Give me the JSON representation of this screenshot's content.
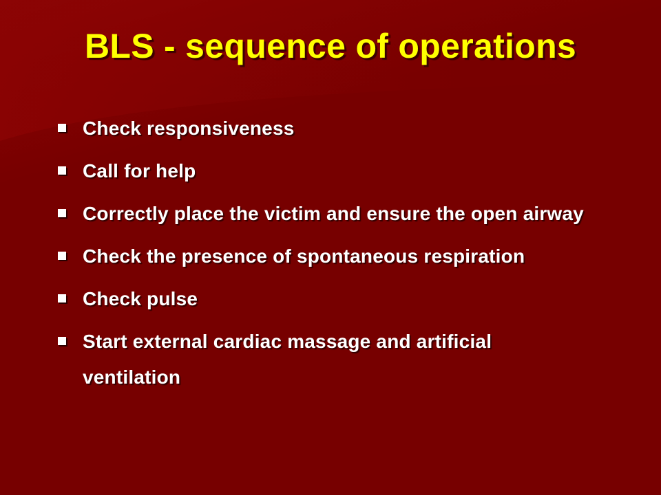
{
  "slide": {
    "title": "BLS - sequence of operations",
    "colors": {
      "background": "#770000",
      "title": "#ffff00",
      "text": "#ffffff"
    },
    "bullet_icon": "square-bullet-icon",
    "items": [
      {
        "text": "Check responsiveness"
      },
      {
        "text": "Call for help"
      },
      {
        "text": "Correctly place the victim and ensure the open airway"
      },
      {
        "text": "Check the presence of spontaneous respiration"
      },
      {
        "text": "Check pulse"
      },
      {
        "text": "Start external cardiac massage and artificial ventilation"
      }
    ]
  }
}
